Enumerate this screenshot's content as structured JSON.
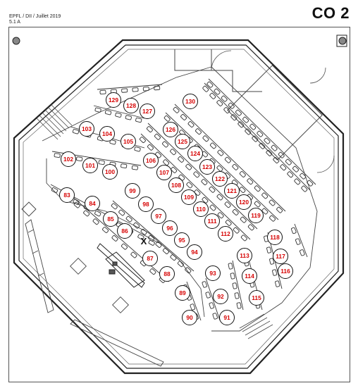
{
  "header": {
    "line1": "EPFL / DII / Juillet 2019",
    "line2": "5.1 A",
    "room_code": "CO 2"
  },
  "stage_marker": "X",
  "colors": {
    "seat_number": "#d60000",
    "wall": "#222222",
    "line": "#333333",
    "background": "#ffffff"
  },
  "seats": [
    {
      "label": "83"
    },
    {
      "label": "84"
    },
    {
      "label": "85"
    },
    {
      "label": "86"
    },
    {
      "label": "87"
    },
    {
      "label": "88"
    },
    {
      "label": "89"
    },
    {
      "label": "90"
    },
    {
      "label": "91"
    },
    {
      "label": "92"
    },
    {
      "label": "93"
    },
    {
      "label": "94"
    },
    {
      "label": "95"
    },
    {
      "label": "96"
    },
    {
      "label": "97"
    },
    {
      "label": "98"
    },
    {
      "label": "99"
    },
    {
      "label": "100"
    },
    {
      "label": "101"
    },
    {
      "label": "102"
    },
    {
      "label": "103"
    },
    {
      "label": "104"
    },
    {
      "label": "105"
    },
    {
      "label": "106"
    },
    {
      "label": "107"
    },
    {
      "label": "108"
    },
    {
      "label": "109"
    },
    {
      "label": "110"
    },
    {
      "label": "111"
    },
    {
      "label": "112"
    },
    {
      "label": "113"
    },
    {
      "label": "114"
    },
    {
      "label": "115"
    },
    {
      "label": "116"
    },
    {
      "label": "117"
    },
    {
      "label": "118"
    },
    {
      "label": "119"
    },
    {
      "label": "120"
    },
    {
      "label": "121"
    },
    {
      "label": "122"
    },
    {
      "label": "123"
    },
    {
      "label": "124"
    },
    {
      "label": "125"
    },
    {
      "label": "126"
    },
    {
      "label": "127"
    },
    {
      "label": "128"
    },
    {
      "label": "129"
    },
    {
      "label": "130"
    }
  ]
}
